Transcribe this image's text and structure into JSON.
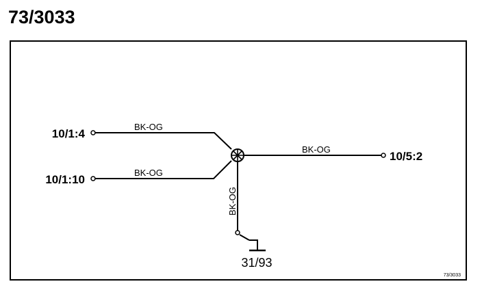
{
  "title": "73/3033",
  "connectors": {
    "left_top": "10/1:4",
    "left_bottom": "10/1:10",
    "right": "10/5:2",
    "ground": "31/93"
  },
  "wires": {
    "left_top": "BK-OG",
    "left_bottom": "BK-OG",
    "right": "BK-OG",
    "down": "BK-OG"
  },
  "diagram_id": "73/3033"
}
